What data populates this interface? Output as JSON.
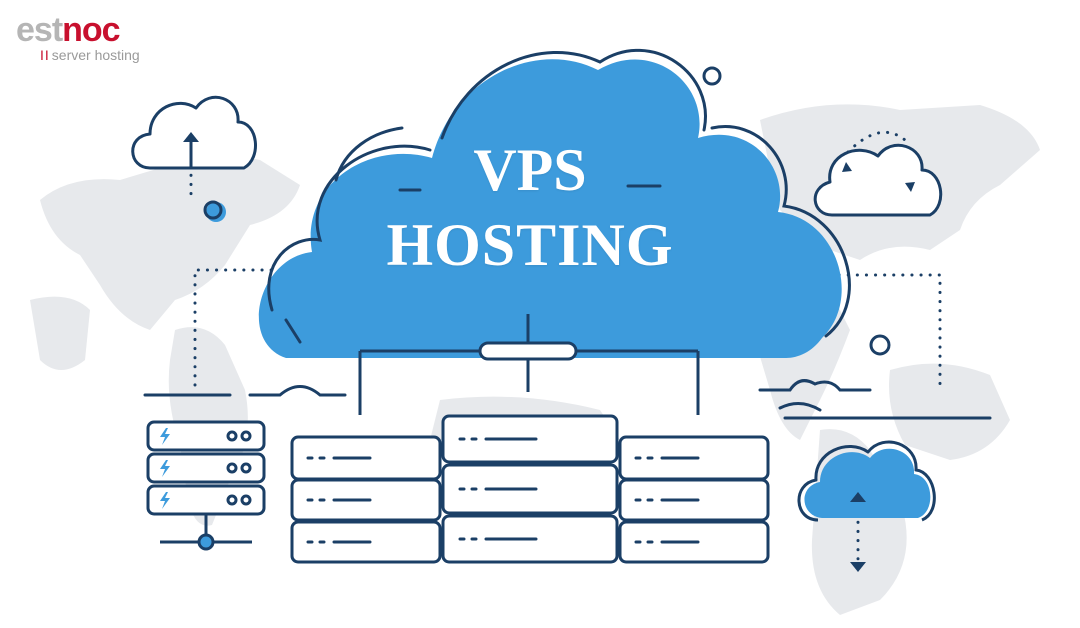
{
  "logo": {
    "word_part1": "est",
    "word_part2": "noc",
    "tagline_marks": "II",
    "tagline": "server hosting"
  },
  "headline": {
    "line1": "VPS",
    "line2": "HOSTING"
  },
  "colors": {
    "cloud_fill": "#3d9bdc",
    "line": "#1b3f66",
    "accent": "#4a9fe0",
    "map": "#e7e9ec",
    "logo_red": "#c8102e",
    "logo_grey": "#b5b5b5"
  },
  "icons": [
    "cloud-upload-icon",
    "cloud-sync-icon",
    "cloud-download-icon",
    "server-rack-icon",
    "server-stack-icon",
    "world-map"
  ]
}
